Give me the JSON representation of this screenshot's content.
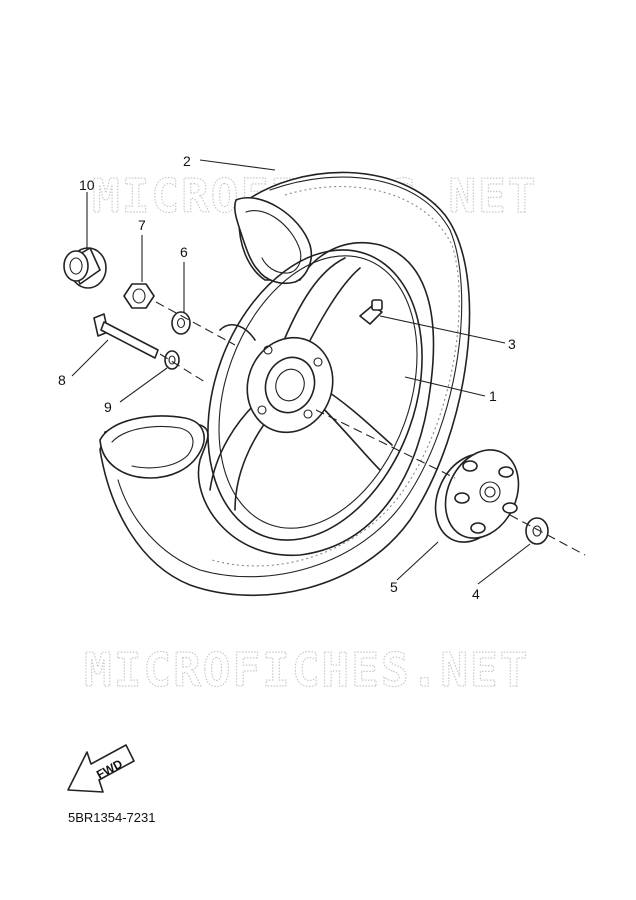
{
  "watermark": {
    "text": "MICROFICHES.NET"
  },
  "callouts": {
    "part_1": "1",
    "part_2": "2",
    "part_3": "3",
    "part_4": "4",
    "part_5": "5",
    "part_6": "6",
    "part_7": "7",
    "part_8": "8",
    "part_9": "9",
    "part_10": "10"
  },
  "direction_arrow": {
    "label": "FWD"
  },
  "diagram_code": "5BR1354-7231"
}
